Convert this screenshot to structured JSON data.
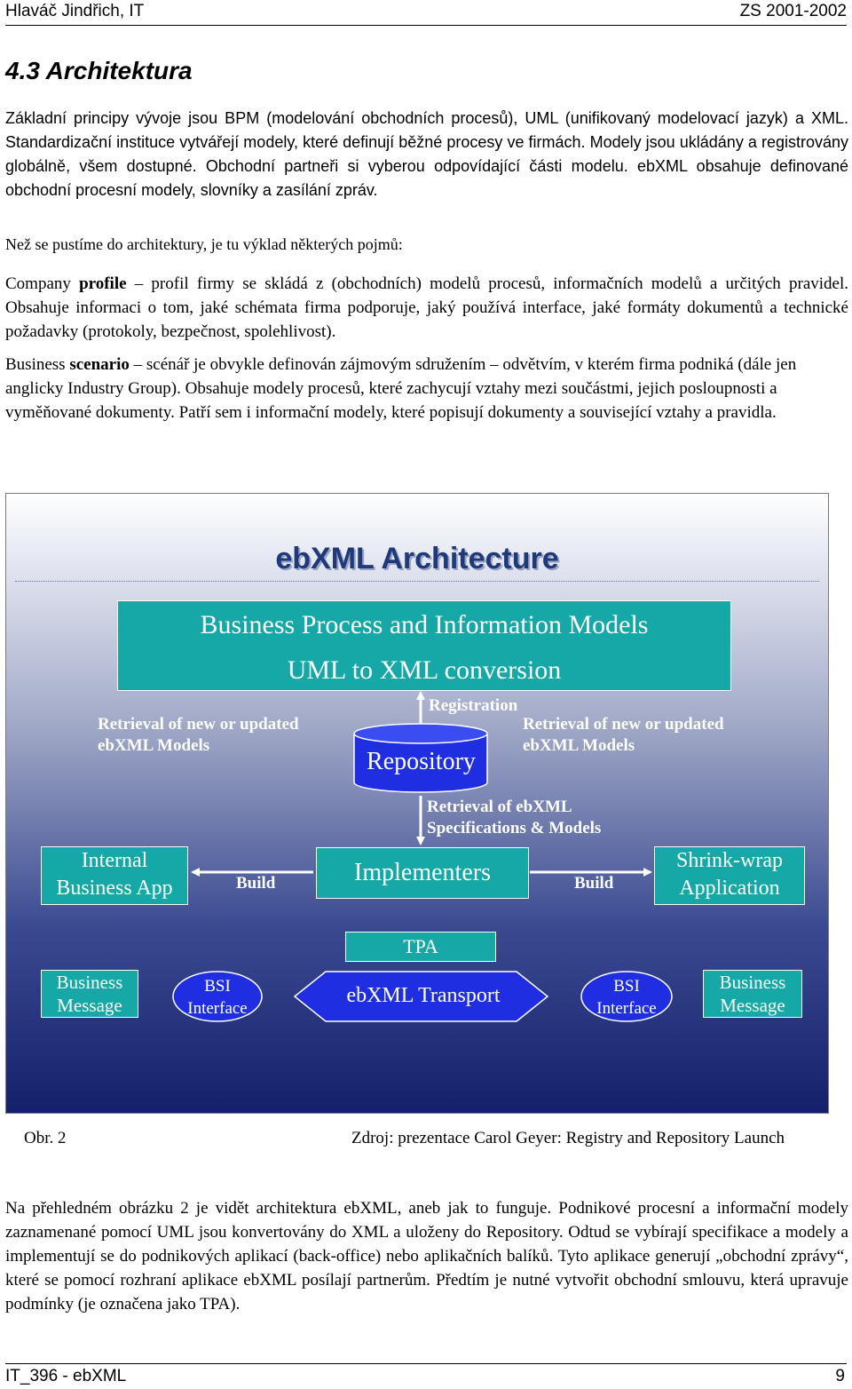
{
  "header": {
    "left": "Hlaváč Jindřich, IT",
    "right": "ZS 2001-2002"
  },
  "section_title": "4.3 Architektura",
  "paragraphs": {
    "p1": "Základní principy vývoje jsou BPM (modelování obchodních procesů), UML (unifikovaný modelovací jazyk) a XML. Standardizační instituce vytvářejí modely, které definují běžné procesy ve firmách. Modely jsou ukládány a registrovány globálně, všem dostupné. Obchodní partneři si vyberou odpovídající části modelu. ebXML obsahuje definované obchodní procesní modely, slovníky a zasílání zpráv.",
    "p2": "Než se pustíme do architektury, je tu výklad některých pojmů:",
    "p3_a": "Company ",
    "p3_b": "profile",
    "p3_c": " – profil firmy se skládá z (obchodních) modelů procesů, informačních modelů a určitých pravidel. Obsahuje informaci o tom, jaké schémata firma podporuje, jaký používá interface, jaké formáty dokumentů a technické požadavky (protokoly, bezpečnost, spolehlivost).",
    "p4_a": "Business ",
    "p4_b": "scenario",
    "p4_c": " – scénář je obvykle definován zájmovým sdružením – odvětvím, v kterém firma podniká (dále jen anglicky Industry Group). Obsahuje modely procesů, které zachycují vztahy mezi součástmi, jejich posloupnosti a vyměňované dokumenty. Patří sem i informační modely, které popisují dokumenty a související vztahy a pravidla.",
    "p6": "Na přehledném obrázku 2 je vidět architektura ebXML, aneb jak to funguje. Podnikové procesní a informační modely zaznamenané pomocí UML jsou konvertovány do XML a uloženy do Repository. Odtud se vybírají specifikace a modely a implementují se do podnikových aplikací (back-office) nebo aplikačních balíků. Tyto aplikace generují „obchodní zprávy“, které se pomocí rozhraní aplikace ebXML posílají partnerům. Předtím je nutné vytvořit obchodní smlouvu, která upravuje podmínky (je označena jako TPA)."
  },
  "figure": {
    "title": "ebXML Architecture",
    "bp_line1": "Business Process and Information Models",
    "bp_line2": "UML to XML conversion",
    "registration": "Registration",
    "retrieval_left_1": "Retrieval of new or updated",
    "retrieval_left_2": "ebXML Models",
    "retrieval_right_1": "Retrieval of new or updated",
    "retrieval_right_2": "ebXML Models",
    "repository": "Repository",
    "retrieval_spec_1": "Retrieval of ebXML",
    "retrieval_spec_2": "Specifications & Models",
    "internal_1": "Internal",
    "internal_2": "Business App",
    "build_left": "Build",
    "implementers": "Implementers",
    "build_right": "Build",
    "shrink_1": "Shrink-wrap",
    "shrink_2": "Application",
    "tpa": "TPA",
    "bm_left_1": "Business",
    "bm_left_2": "Message",
    "bsi_left_1": "BSI",
    "bsi_left_2": "Interface",
    "transport": "ebXML Transport",
    "bsi_right_1": "BSI",
    "bsi_right_2": "Interface",
    "bm_right_1": "Business",
    "bm_right_2": "Message",
    "colors": {
      "box_fill": "#15a8a6",
      "background_dark": "#15206b",
      "title": "#1f3a7a",
      "shape_fill": "#1f2ee0"
    }
  },
  "caption": {
    "left": "Obr. 2",
    "right": "Zdroj: prezentace Carol Geyer: Registry and Repository Launch"
  },
  "footer": {
    "left": "IT_396 - ebXML",
    "right": "9"
  }
}
